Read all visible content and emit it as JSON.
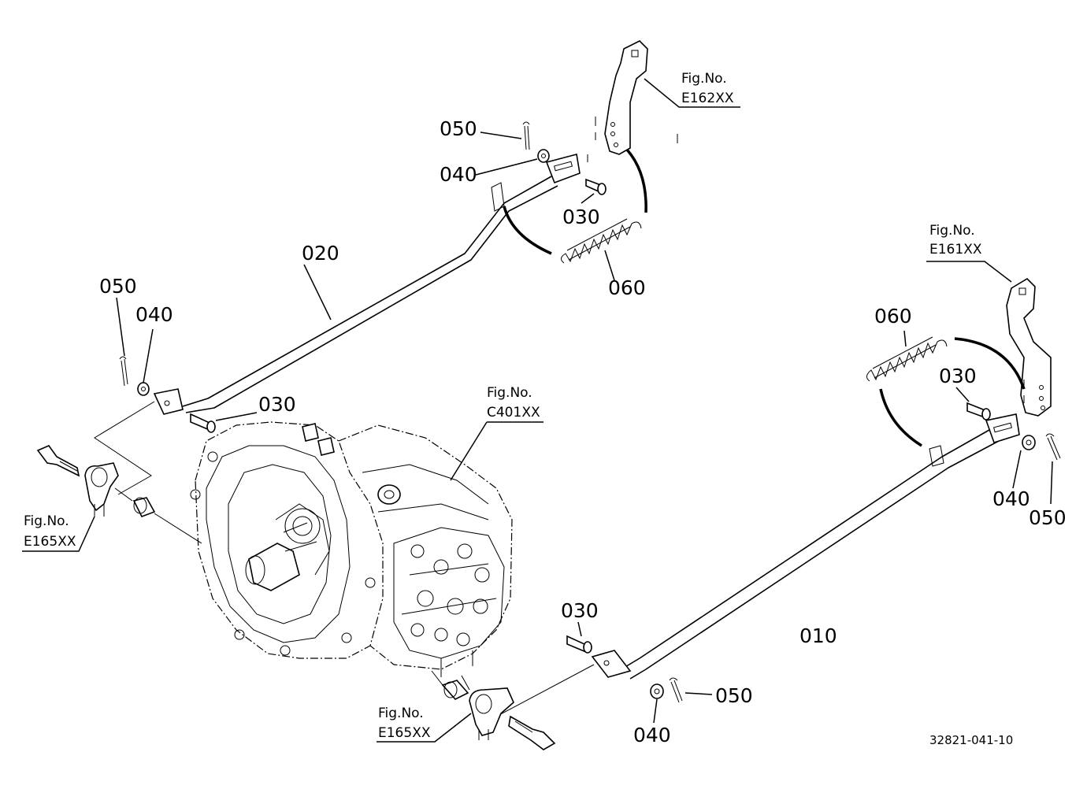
{
  "labels": {
    "p020": "020",
    "p010": "010",
    "p050_top": "050",
    "p040_top": "040",
    "p030_top": "030",
    "p060_top": "060",
    "p050_left": "050",
    "p040_left": "040",
    "p030_left": "030",
    "p060_right": "060",
    "p030_right": "030",
    "p040_right": "040",
    "p050_right": "050",
    "p030_bottom": "030",
    "p050_bottom": "050",
    "p040_bottom": "040"
  },
  "refs": {
    "e162_prefix": "Fig.No.",
    "e162_code": "E162XX",
    "e161_prefix": "Fig.No.",
    "e161_code": "E161XX",
    "c401_prefix": "Fig.No.",
    "c401_code": "C401XX",
    "e165_left_prefix": "Fig.No.",
    "e165_left_code": "E165XX",
    "e165_bottom_prefix": "Fig.No.",
    "e165_bottom_code": "E165XX"
  },
  "drawing_code": "32821-041-10"
}
